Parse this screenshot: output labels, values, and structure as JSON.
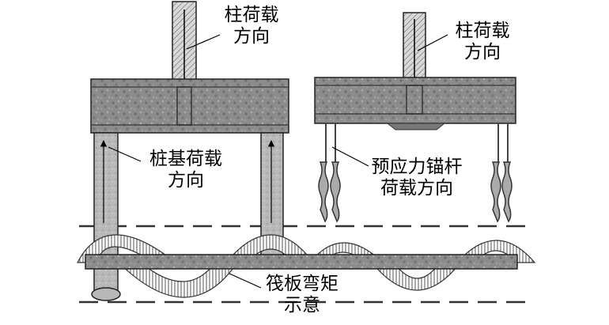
{
  "labels": {
    "column_load_left": {
      "line1": "柱荷载",
      "line2": "方向"
    },
    "column_load_right": {
      "line1": "柱荷载",
      "line2": "方向"
    },
    "pile_load": {
      "line1": "桩基荷载",
      "line2": "方向"
    },
    "anchor_load": {
      "line1": "预应力锚杆",
      "line2": "荷载方向"
    },
    "raft_moment": {
      "line1": "筏板弯矩",
      "line2": "示意"
    }
  },
  "colors": {
    "concrete": "#8f8f8f",
    "concrete_dark": "#5a5a5a",
    "stroke": "#222222",
    "hatch": "#444444",
    "moment_fill": "#ffffff"
  }
}
